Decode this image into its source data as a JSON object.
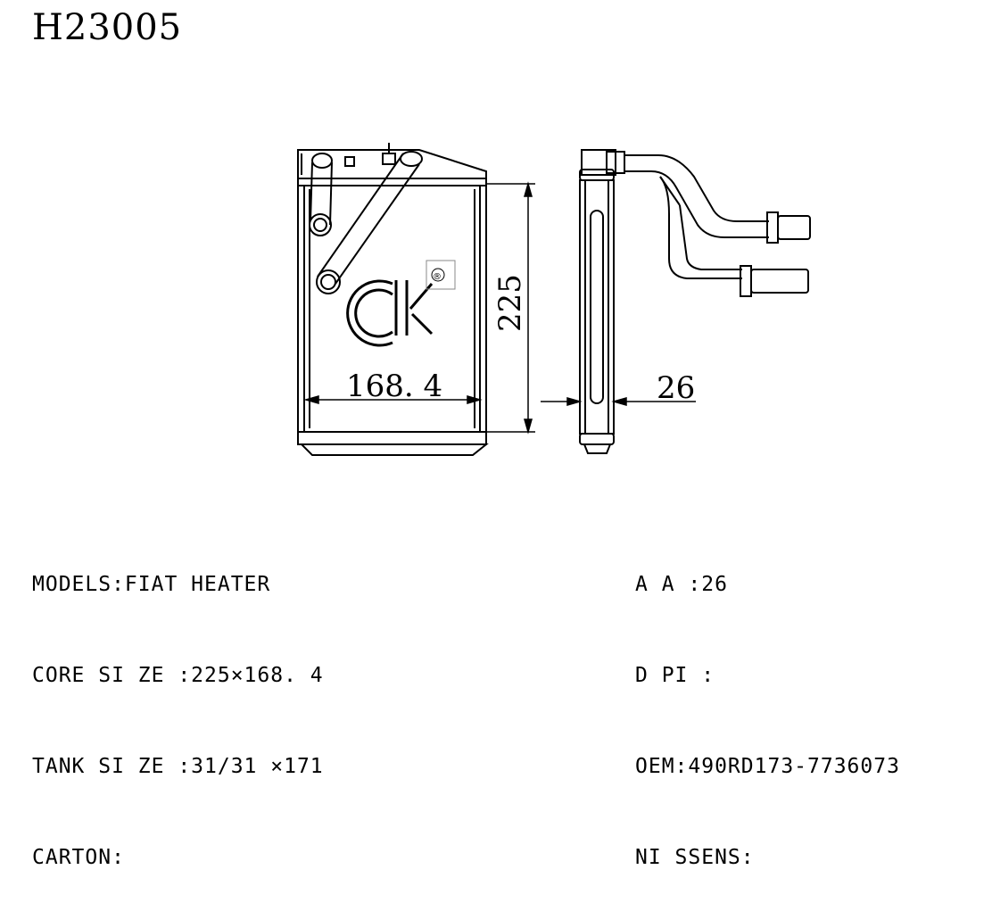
{
  "part_number": "H23005",
  "dimensions": {
    "width_label": "168. 4",
    "height_label": "225",
    "thickness_label": "26"
  },
  "logo": {
    "registered_mark": "®"
  },
  "specs_left": [
    "MODELS:FIAT HEATER",
    "CORE SI ZE :225×168. 4",
    "TANK SI ZE :31/31 ×171",
    "CARTON:"
  ],
  "specs_right": [
    "A A :26",
    "D PI :",
    "OEM:490RD173-7736073",
    "NI SSENS:"
  ]
}
